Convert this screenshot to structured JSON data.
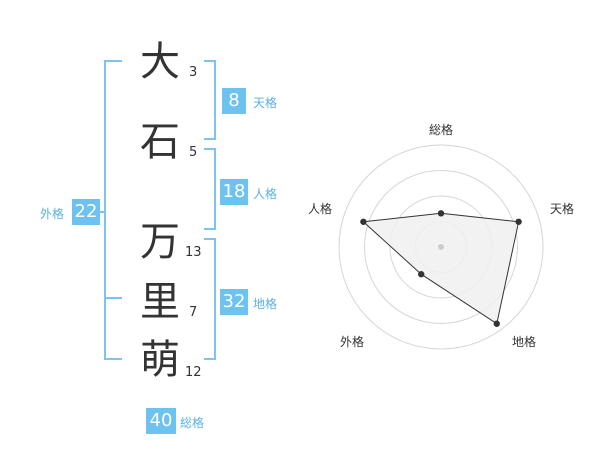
{
  "name": {
    "characters": [
      {
        "char": "大",
        "strokes": "3"
      },
      {
        "char": "石",
        "strokes": "5"
      },
      {
        "char": "万",
        "strokes": "13"
      },
      {
        "char": "里",
        "strokes": "7"
      },
      {
        "char": "萌",
        "strokes": "12"
      }
    ]
  },
  "fortunes": {
    "tenkaku": {
      "value": "8",
      "label": "天格"
    },
    "jinkaku": {
      "value": "18",
      "label": "人格"
    },
    "chikaku": {
      "value": "32",
      "label": "地格"
    },
    "gaikaku": {
      "value": "22",
      "label": "外格"
    },
    "soukaku": {
      "value": "40",
      "label": "総格"
    }
  },
  "radar": {
    "labels": {
      "soukaku": "総格",
      "tenkaku": "天格",
      "chikaku": "地格",
      "gaikaku": "外格",
      "jinkaku": "人格"
    },
    "scores": {
      "soukaku": 0.33,
      "tenkaku": 0.8,
      "chikaku": 0.93,
      "gaikaku": 0.33,
      "jinkaku": 0.8
    },
    "rings": 4,
    "colors": {
      "fill": "#f0f0f0",
      "line": "#333333",
      "ring": "#d6d6d6"
    }
  }
}
